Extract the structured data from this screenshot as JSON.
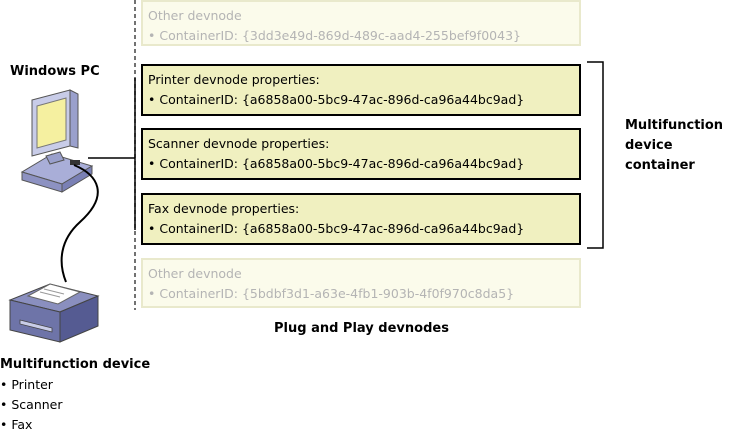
{
  "devnodes": [
    {
      "title": "Other devnode",
      "container_id": "ContainerID: {3dd3e49d-869d-489c-aad4-255bef9f0043}",
      "faded": true
    },
    {
      "title": "Printer devnode properties:",
      "container_id": "ContainerID: {a6858a00-5bc9-47ac-896d-ca96a44bc9ad}",
      "faded": false
    },
    {
      "title": "Scanner devnode properties:",
      "container_id": "ContainerID: {a6858a00-5bc9-47ac-896d-ca96a44bc9ad}",
      "faded": false
    },
    {
      "title": "Fax devnode properties:",
      "container_id": "ContainerID: {a6858a00-5bc9-47ac-896d-ca96a44bc9ad}",
      "faded": false
    },
    {
      "title": "Other devnode",
      "container_id": "ContainerID: {5bdbf3d1-a63e-4fb1-903b-4f0f970c8da5}",
      "faded": true
    }
  ],
  "bullet": "•",
  "pc_label": "Windows PC",
  "container_label": [
    "Multifunction",
    "device",
    "container"
  ],
  "pnp_label": "Plug and Play devnodes",
  "mfd": {
    "title": "Multifunction device",
    "items": [
      "Printer",
      "Scanner",
      "Fax"
    ]
  },
  "colors": {
    "box_fill": "#f0f0c0",
    "box_fill_faded": "#fbfbeb",
    "faded_text": "#b4b4b4",
    "pc_screen": "#f5f0a0",
    "pc_body": "#c8cce8"
  }
}
